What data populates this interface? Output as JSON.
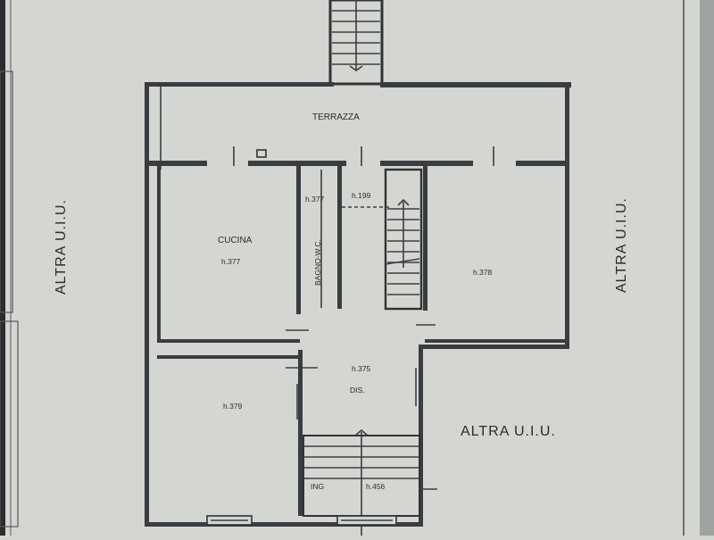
{
  "floor_plan": {
    "title": "",
    "rooms": {
      "terrace": "TERRAZZA",
      "kitchen": "CUCINA",
      "kitchen_height": "h.377",
      "bathroom": "BAGNO-W.C.",
      "bathroom_height": "h.377",
      "stair_landing_height": "h.199",
      "right_room_height": "h.378",
      "hallway_height": "h.375",
      "hallway": "DIS.",
      "bottom_left_room_height": "h.379",
      "entrance": "ING",
      "entrance_height": "h.456"
    },
    "neighbors": {
      "left": "ALTRA U.I.U.",
      "right": "ALTRA U.I.U.",
      "bottom_right": "ALTRA U.I.U."
    },
    "colors": {
      "paper": "#d4d6d1",
      "wall": "#3a3d40",
      "text": "#2a2c2d"
    }
  }
}
